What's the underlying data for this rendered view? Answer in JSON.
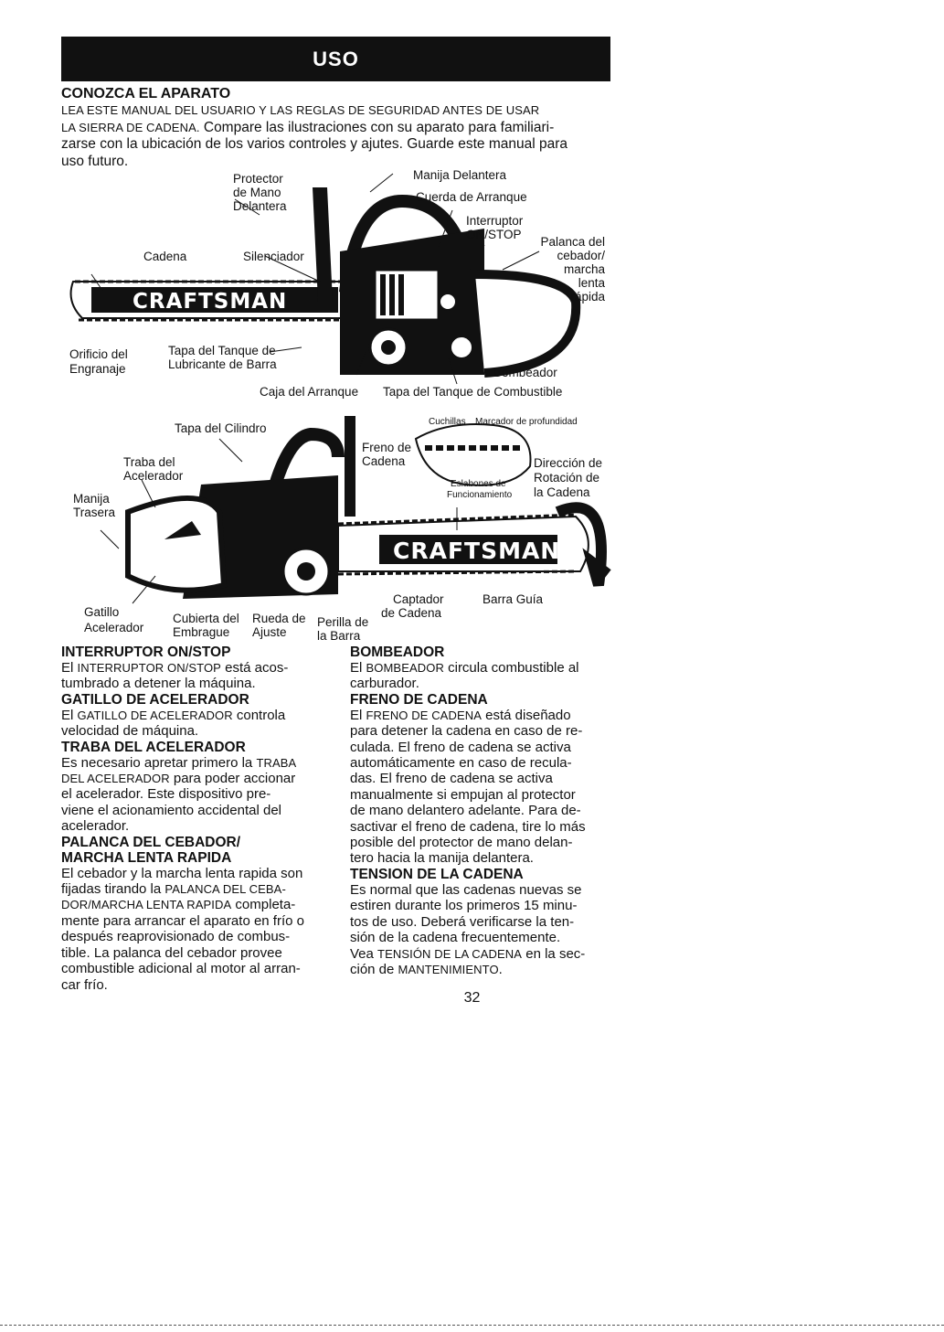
{
  "banner": {
    "title": "USO"
  },
  "intro": {
    "heading": "CONOZCA EL APARATO",
    "line1": "LEA ESTE MANUAL DEL USUARIO Y LAS REGLAS DE SEGURIDAD ANTES DE USAR",
    "line2_caps": "LA SIERRA DE CADENA.",
    "line2_rest": " Compare las ilustraciones con su aparato para familiari-",
    "line3": "zarse con la ubicación de los varios controles y ajutes. Guarde este manual para",
    "line4": "uso futuro."
  },
  "figure1": {
    "brand": "CRAFTSMAN",
    "labels": {
      "protector": "Protector",
      "de_mano": "de Mano",
      "delantera": "Delantera",
      "manija_delantera": "Manija Delantera",
      "cuerda": "Cuerda de Arranque",
      "interruptor": "Interruptor",
      "onstop": "ON/STOP",
      "palanca1": "Palanca del",
      "palanca2": "cebador/",
      "palanca3": "marcha",
      "palanca4": "lenta",
      "palanca5": "rápida",
      "cadena": "Cadena",
      "silenciador": "Silenciador",
      "orificio1": "Orificio del",
      "orificio2": "Engranaje",
      "tapa_lub1": "Tapa del Tanque de",
      "tapa_lub2": "Lubricante de Barra",
      "bombeador": "Bombeador",
      "caja": "Caja del Arranque",
      "tapa_comb": "Tapa del Tanque de Combustible"
    }
  },
  "figure2": {
    "brand": "CRAFTSMAN",
    "labels": {
      "tapa_cilindro": "Tapa del Cilindro",
      "freno1": "Freno de",
      "freno2": "Cadena",
      "cuchillas": "Cuchillas",
      "marcador": "Marcador de profundidad",
      "eslabones1": "Eslabones de",
      "eslabones2": "Funcionamiento",
      "direccion1": "Dirección de",
      "direccion2": "Rotación de",
      "direccion3": "la Cadena",
      "traba1": "Traba del",
      "traba2": "Acelerador",
      "manija1": "Manija",
      "manija2": "Trasera",
      "gatillo1": "Gatillo",
      "gatillo2": "Acelerador",
      "cubierta1": "Cubierta del",
      "cubierta2": "Embrague",
      "rueda1": "Rueda de",
      "rueda2": "Ajuste",
      "perilla1": "Perilla de",
      "perilla2": "la Barra",
      "captador1": "Captador",
      "captador2": "de Cadena",
      "barra": "Barra Guía"
    }
  },
  "left_column": {
    "s1_title": "INTERRUPTOR ON/STOP",
    "s1_pre": "El ",
    "s1_caps": "INTERRUPTOR ON/STOP",
    "s1_post": " está acos-",
    "s1_l2": "tumbrado a detener la máquina.",
    "s2_title": "GATILLO DE ACELERADOR",
    "s2_pre": "El ",
    "s2_caps": "GATILLO DE ACELERADOR",
    "s2_post": " controla",
    "s2_l2": "velocidad de máquina.",
    "s3_title": "TRABA DEL ACELERADOR",
    "s3_l1_pre": "Es necesario apretar primero la ",
    "s3_l1_caps": "TRABA",
    "s3_l2_caps": "DEL ACELERADOR",
    "s3_l2_post": " para poder accionar",
    "s3_l3": "el acelerador. Este dispositivo pre-",
    "s3_l4": "viene el acionamiento accidental del",
    "s3_l5": "acelerador.",
    "s4_title1": "PALANCA DEL CEBADOR/",
    "s4_title2": "MARCHA LENTA RAPIDA",
    "s4_l1": "El cebador y la marcha lenta rapida son",
    "s4_l2_pre": "fijadas tirando la ",
    "s4_l2_caps": "PALANCA DEL CEBA-",
    "s4_l3_caps": "DOR/MARCHA LENTA RAPIDA",
    "s4_l3_post": " completa-",
    "s4_l4": "mente para arrancar el aparato en frío o",
    "s4_l5": "después reaprovisionado de combus-",
    "s4_l6": "tible. La palanca del cebador provee",
    "s4_l7": "combustible adicional al motor al arran-",
    "s4_l8": "car frío."
  },
  "right_column": {
    "s1_title": "BOMBEADOR",
    "s1_pre": "El ",
    "s1_caps": "BOMBEADOR",
    "s1_post": " circula combustible al",
    "s1_l2": "carburador.",
    "s2_title": "FRENO DE CADENA",
    "s2_pre": "El ",
    "s2_caps": "FRENO DE CADENA",
    "s2_post": " está diseñado",
    "s2_l2": "para detener la cadena en caso de re-",
    "s2_l3": "culada.  El freno de cadena se activa",
    "s2_l4": "automáticamente en caso de recula-",
    "s2_l5": "das. El freno de cadena se activa",
    "s2_l6": "manualmente si empujan al protector",
    "s2_l7": "de mano delantero adelante.  Para de-",
    "s2_l8": "sactivar el freno de cadena, tire lo más",
    "s2_l9": "posible del protector de mano delan-",
    "s2_l10": "tero hacia la manija delantera.",
    "s3_title": "TENSION DE LA CADENA",
    "s3_l1": "Es normal que las cadenas nuevas se",
    "s3_l2": "estiren durante los primeros 15 minu-",
    "s3_l3": "tos de uso. Deberá verificarse la ten-",
    "s3_l4": "sión de la cadena frecuentemente.",
    "s3_l5_pre": "Vea ",
    "s3_l5_caps": "TENSIÓN DE LA CADENA",
    "s3_l5_post": " en la sec-",
    "s3_l6_pre": "ción de ",
    "s3_l6_caps": "MANTENIMIENTO",
    "s3_l6_post": "."
  },
  "footer": {
    "page_number": "32"
  }
}
